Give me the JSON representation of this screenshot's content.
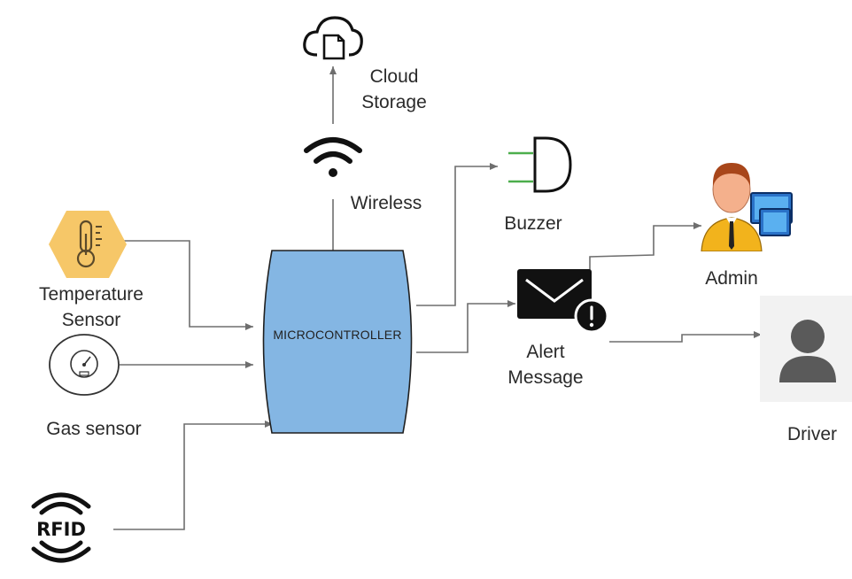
{
  "microcontroller": {
    "label": "MICROCONTROLLER"
  },
  "inputs": {
    "temperature": {
      "label_line1": "Temperature",
      "label_line2": "Sensor"
    },
    "gas": {
      "label": "Gas sensor"
    },
    "rfid": {
      "label": "RFID"
    }
  },
  "outputs": {
    "wireless": {
      "label": "Wireless"
    },
    "cloud": {
      "label_line1": "Cloud",
      "label_line2": "Storage"
    },
    "buzzer": {
      "label": "Buzzer"
    },
    "alert": {
      "label_line1": "Alert",
      "label_line2": "Message"
    },
    "admin": {
      "label": "Admin"
    },
    "driver": {
      "label": "Driver"
    }
  },
  "colors": {
    "microcontroller_fill": "#84b6e3",
    "temperature_fill": "#f6c768",
    "wire": "#6e6e6e",
    "buzzer_accent": "#4cae4c"
  },
  "icons": {
    "temperature": "thermometer-hexagon-icon",
    "gas": "gauge-icon",
    "rfid": "rfid-icon",
    "wireless": "wifi-icon",
    "cloud": "cloud-document-icon",
    "buzzer": "buzzer-icon",
    "alert": "envelope-warning-icon",
    "admin": "admin-user-computers-icon",
    "driver": "driver-user-icon"
  }
}
